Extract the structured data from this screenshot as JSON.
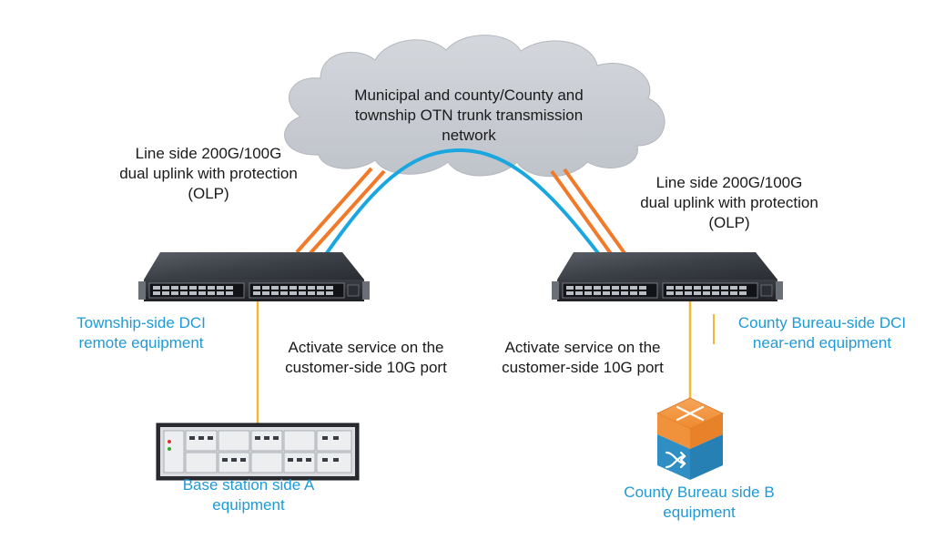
{
  "cloud": {
    "lines": [
      "Municipal and county/County and",
      "township OTN trunk transmission",
      "network"
    ]
  },
  "left_link_label": {
    "lines": [
      "Line side 200G/100G",
      "dual uplink with protection",
      "(OLP)"
    ]
  },
  "right_link_label": {
    "lines": [
      "Line side 200G/100G",
      "dual uplink with protection",
      "(OLP)"
    ]
  },
  "township_dci": {
    "lines": [
      "Township-side DCI",
      "remote equipment"
    ]
  },
  "county_dci": {
    "lines": [
      "County Bureau-side DCI",
      "near-end equipment"
    ]
  },
  "left_service": {
    "lines": [
      "Activate service on the",
      "customer-side 10G port"
    ]
  },
  "right_service": {
    "lines": [
      "Activate service on the",
      "customer-side 10G port"
    ]
  },
  "base_station": {
    "lines": [
      "Base station side A",
      "equipment"
    ]
  },
  "county_bureau_b": {
    "lines": [
      "County Bureau side B",
      "equipment"
    ]
  },
  "colors": {
    "orange_fiber": "#f07a2a",
    "blue_fiber": "#1aa7e0",
    "yellow_link": "#f5b731",
    "cloud_fill": "#c8ccd3",
    "label_blue": "#1e9ad6"
  }
}
